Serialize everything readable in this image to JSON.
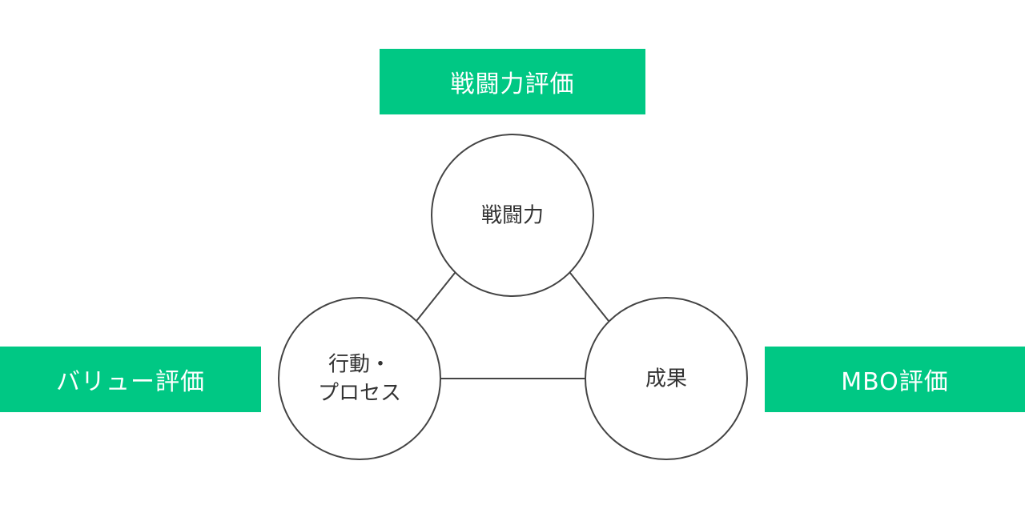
{
  "colors": {
    "accent": "#00c884",
    "line": "#444444",
    "text": "#333333",
    "background": "#ffffff"
  },
  "labels": {
    "top": "戦闘力評価",
    "left": "バリュー評価",
    "right": "MBO評価"
  },
  "circles": {
    "top": "戦闘力",
    "left_line1": "行動・",
    "left_line2": "プロセス",
    "right": "成果"
  }
}
